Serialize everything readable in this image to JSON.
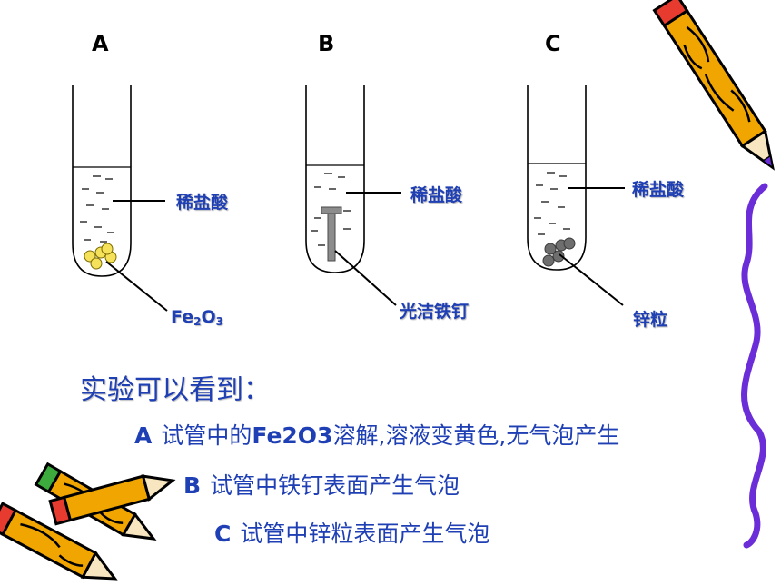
{
  "tubes": [
    {
      "label": "A",
      "liquid": "稀盐酸",
      "solid_main": "Fe",
      "solid_sub1": "2",
      "solid_mid": "O",
      "solid_sub2": "3"
    },
    {
      "label": "B",
      "liquid": "稀盐酸",
      "solid": "光洁铁钉"
    },
    {
      "label": "C",
      "liquid": "稀盐酸",
      "solid": "锌粒"
    }
  ],
  "observation": {
    "heading": "实验可以看到：",
    "lines": [
      {
        "key": "A",
        "p1": "试管中的",
        "bold": "Fe2O3",
        "p2": "溶解,溶液变黄色,无气泡产生"
      },
      {
        "key": "B",
        "p1": "试管中铁钉表面产生气泡"
      },
      {
        "key": "C",
        "p1": "试管中锌粒表面产生气泡"
      }
    ]
  },
  "colors": {
    "text_blue": "#1f3fb4",
    "squiggle_purple": "#6a2dd8",
    "pencil_yellow": "#f0a500",
    "fe2o3_yellow": "#f5e15a",
    "zinc_gray": "#6e6e6e"
  }
}
